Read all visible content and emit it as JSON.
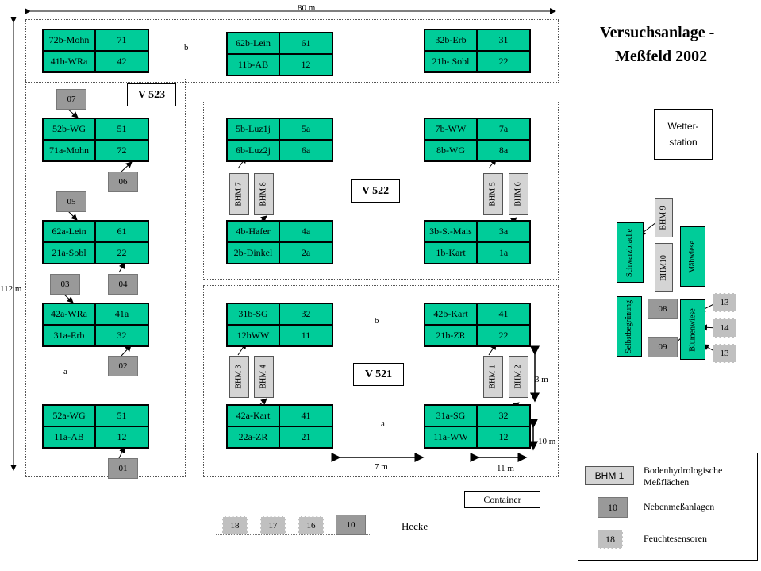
{
  "title": {
    "line1": "Versuchsanlage -",
    "line2": "Meßfeld 2002"
  },
  "dimensions": {
    "width": "80 m",
    "height": "112 m",
    "d7": "7 m",
    "d11": "11 m",
    "d3": "3 m",
    "d10": "10 m"
  },
  "labels": {
    "b_top": "b",
    "b_mid": "b",
    "a_left": "a",
    "a_mid": "a",
    "hecke": "Hecke",
    "container": "Container"
  },
  "wetter": {
    "line1": "Wetter-",
    "line2": "station"
  },
  "v_labels": {
    "v523": "V 523",
    "v522": "V 522",
    "v521": "V 521"
  },
  "plots": [
    {
      "id": "p1",
      "cells": [
        "72b-Mohn",
        "71",
        "41b-WRa",
        "42"
      ]
    },
    {
      "id": "p2",
      "cells": [
        "52b-WG",
        "51",
        "71a-Mohn",
        "72"
      ]
    },
    {
      "id": "p3",
      "cells": [
        "62a-Lein",
        "61",
        "21a-Sobl",
        "22"
      ]
    },
    {
      "id": "p4",
      "cells": [
        "42a-WRa",
        "41a",
        "31a-Erb",
        "32"
      ]
    },
    {
      "id": "p5",
      "cells": [
        "52a-WG",
        "51",
        "11a-AB",
        "12"
      ]
    },
    {
      "id": "p6",
      "cells": [
        "62b-Lein",
        "61",
        "11b-AB",
        "12"
      ]
    },
    {
      "id": "p7",
      "cells": [
        "32b-Erb",
        "31",
        "21b- Sobl",
        "22"
      ]
    },
    {
      "id": "p8",
      "cells": [
        "5b-Luz1j",
        "5a",
        "6b-Luz2j",
        "6a"
      ]
    },
    {
      "id": "p9",
      "cells": [
        "7b-WW",
        "7a",
        "8b-WG",
        "8a"
      ]
    },
    {
      "id": "p10",
      "cells": [
        "4b-Hafer",
        "4a",
        "2b-Dinkel",
        "2a"
      ]
    },
    {
      "id": "p11",
      "cells": [
        "3b-S.-Mais",
        "3a",
        "1b-Kart",
        "1a"
      ]
    },
    {
      "id": "p12",
      "cells": [
        "31b-SG",
        "32",
        "12bWW",
        "11"
      ]
    },
    {
      "id": "p13",
      "cells": [
        "42b-Kart",
        "41",
        "21b-ZR",
        "22"
      ]
    },
    {
      "id": "p14",
      "cells": [
        "42a-Kart",
        "41",
        "22a-ZR",
        "21"
      ]
    },
    {
      "id": "p15",
      "cells": [
        "31a-SG",
        "32",
        "11a-WW",
        "12"
      ]
    }
  ],
  "neben": [
    "07",
    "06",
    "05",
    "03",
    "04",
    "02",
    "01",
    "08",
    "09",
    "10"
  ],
  "sensors": [
    "13",
    "14",
    "13",
    "18",
    "17",
    "16"
  ],
  "bhm": [
    "BHM 7",
    "BHM 8",
    "BHM 5",
    "BHM 6",
    "BHM 3",
    "BHM 4",
    "BHM 1",
    "BHM 2",
    "BHM 9",
    "BHM10"
  ],
  "side_plots": {
    "schwarz": "Schwarzbrache",
    "maeh": "Mähwiese",
    "selbst": "Selbstbegrünung",
    "blumen": "Blumenwiese"
  },
  "legend": {
    "bhm_box": "BHM 1",
    "bhm_text1": "Bodenhydrologische",
    "bhm_text2": "Meßflächen",
    "neben_box": "10",
    "neben_text": "Nebenmeßanlagen",
    "sensor_box": "18",
    "sensor_text": "Feuchtesensoren"
  },
  "colors": {
    "plot": "#00cc99",
    "neben": "#999999",
    "sensor": "#c0c0c0",
    "bhm": "#d4d4d4"
  }
}
